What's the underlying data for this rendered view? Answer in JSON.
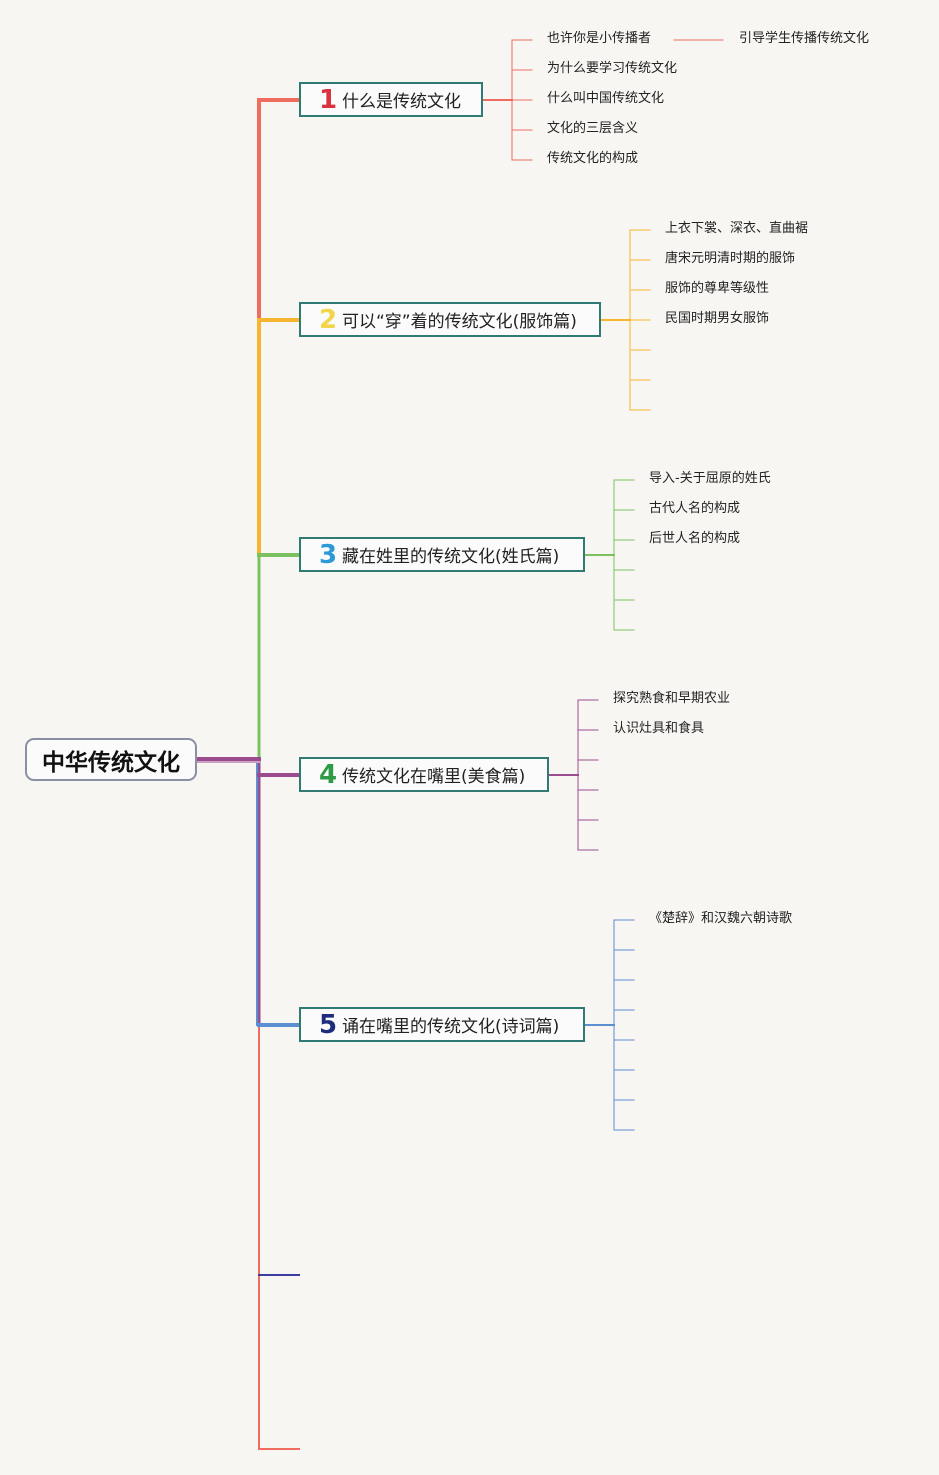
{
  "root": {
    "label": "中华传统文化"
  },
  "topics": [
    {
      "num": "1",
      "num_color": "#d9333f",
      "line_color": "#ef6d5f",
      "label": "什么是传统文化",
      "leaves": [
        "也许你是小传播者",
        "为什么要学习传统文化",
        "什么叫中国传统文化",
        "文化的三层含义",
        "传统文化的构成"
      ],
      "sub_leaf": "引导学生传播传统文化"
    },
    {
      "num": "2",
      "num_color": "#f2d54b",
      "line_color": "#f5b52e",
      "label": "可以“穿”着的传统文化(服饰篇)",
      "leaves": [
        "上衣下裳、深衣、直曲裾",
        "唐宋元明清时期的服饰",
        "服饰的尊卑等级性",
        "民国时期男女服饰",
        "",
        "",
        ""
      ]
    },
    {
      "num": "3",
      "num_color": "#2c9ad6",
      "line_color": "#7cc160",
      "label": "藏在姓里的传统文化(姓氏篇)",
      "leaves": [
        "导入-关于屈原的姓氏",
        "古代人名的构成",
        "后世人名的构成",
        "",
        "",
        ""
      ]
    },
    {
      "num": "4",
      "num_color": "#2f9b45",
      "line_color": "#9b4c8f",
      "label": "传统文化在嘴里(美食篇)",
      "leaves": [
        "探究熟食和早期农业",
        "认识灶具和食具",
        "",
        "",
        "",
        ""
      ]
    },
    {
      "num": "5",
      "num_color": "#1f2c7e",
      "line_color": "#5b8fd1",
      "label": "诵在嘴里的传统文化(诗词篇)",
      "leaves": [
        "《楚辞》和汉魏六朝诗歌",
        "",
        "",
        "",
        "",
        "",
        "",
        ""
      ]
    }
  ]
}
